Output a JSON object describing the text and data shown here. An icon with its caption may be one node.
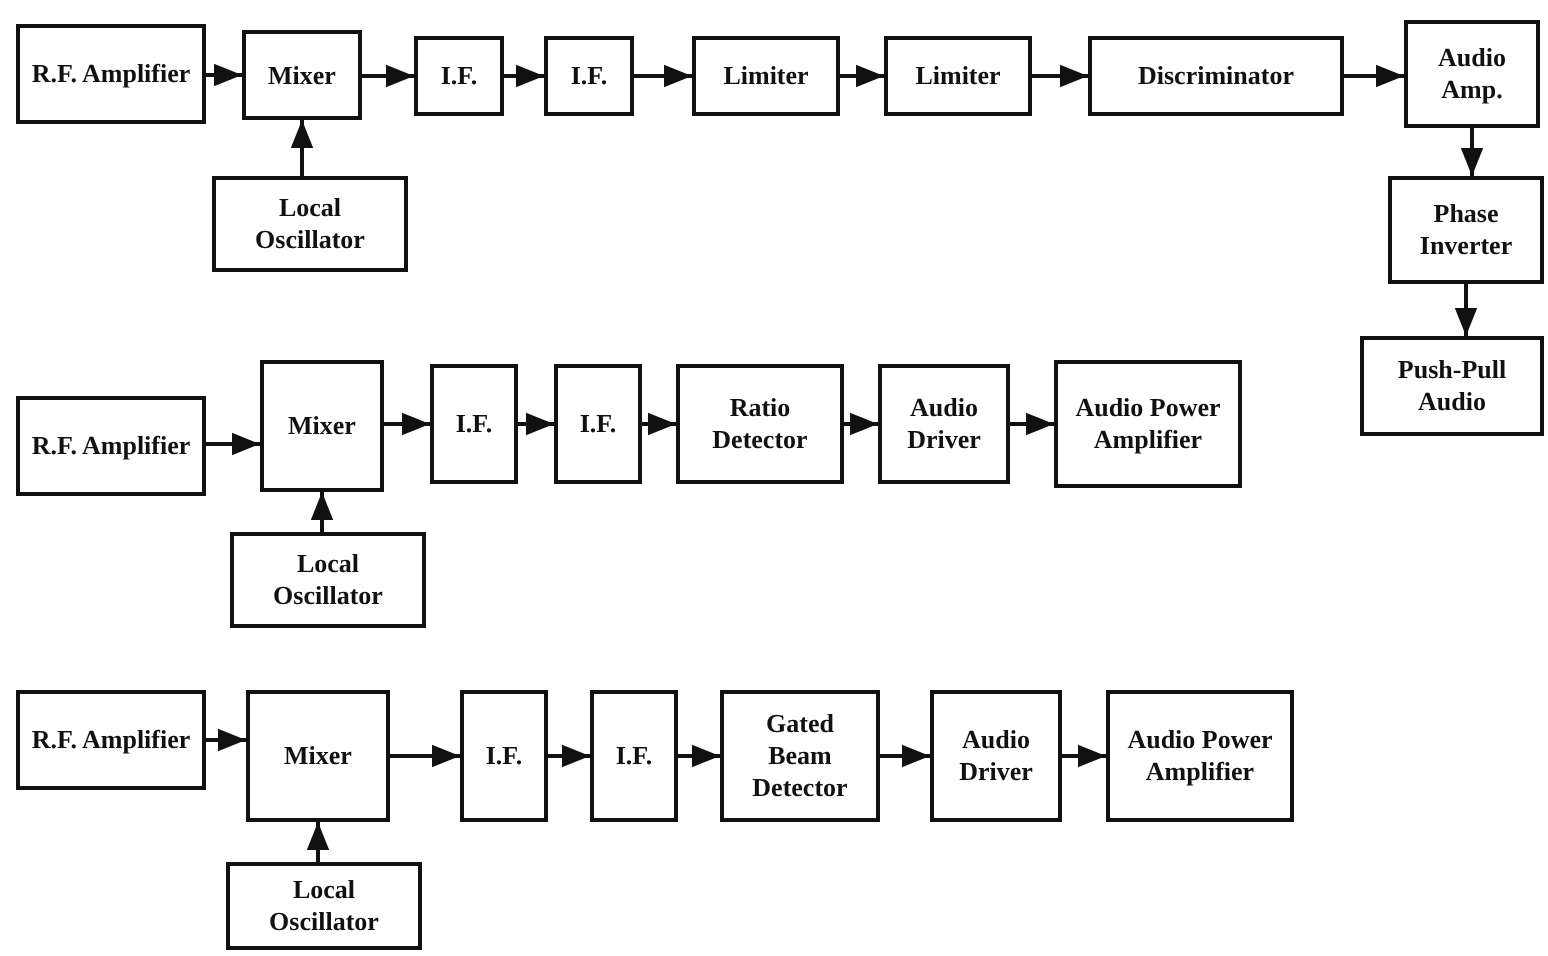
{
  "diagram": {
    "nodes": [
      {
        "text": [
          "R.F. Amplifier"
        ]
      },
      {
        "text": [
          "Mixer"
        ]
      },
      {
        "text": [
          "I.F."
        ]
      },
      {
        "text": [
          "I.F."
        ]
      },
      {
        "text": [
          "Limiter"
        ]
      },
      {
        "text": [
          "Limiter"
        ]
      },
      {
        "text": [
          "Discriminator"
        ]
      },
      {
        "text": [
          "Audio Amp."
        ]
      },
      {
        "text": [
          "Local Oscillator"
        ]
      },
      {
        "text": [
          "Phase Inverter"
        ]
      },
      {
        "text": [
          "Push-Pull Audio"
        ]
      },
      {
        "text": [
          "R.F. Amplifier"
        ]
      },
      {
        "text": [
          "Mixer"
        ]
      },
      {
        "text": [
          "I.F."
        ]
      },
      {
        "text": [
          "I.F."
        ]
      },
      {
        "text": [
          "Ratio Detector"
        ]
      },
      {
        "text": [
          "Audio Driver"
        ]
      },
      {
        "text": [
          "Audio Power Amplifier"
        ]
      },
      {
        "text": [
          "Local Oscillator"
        ]
      },
      {
        "text": [
          "R.F. Amplifier"
        ]
      },
      {
        "text": [
          "Mixer"
        ]
      },
      {
        "text": [
          "I.F."
        ]
      },
      {
        "text": [
          "I.F."
        ]
      },
      {
        "text": [
          "Gated Beam Detector"
        ]
      },
      {
        "text": [
          "Audio Driver"
        ]
      },
      {
        "text": [
          "Audio Power Amplifier"
        ]
      },
      {
        "text": [
          "Local Oscillator"
        ]
      }
    ],
    "edges": [
      {
        "from": 0,
        "to": 1,
        "arrow": "to"
      },
      {
        "from": 1,
        "to": 2,
        "arrow": "to"
      },
      {
        "from": 2,
        "to": 3,
        "arrow": "to"
      },
      {
        "from": 3,
        "to": 4,
        "arrow": "to"
      },
      {
        "from": 4,
        "to": 5,
        "arrow": "to"
      },
      {
        "from": 5,
        "to": 6,
        "arrow": "to"
      },
      {
        "from": 6,
        "to": 7,
        "arrow": "to"
      },
      {
        "from": 8,
        "to": 1,
        "arrow": "to"
      },
      {
        "from": 7,
        "to": 9,
        "arrow": "to"
      },
      {
        "from": 9,
        "to": 10,
        "arrow": "to"
      },
      {
        "from": 11,
        "to": 12,
        "arrow": "to"
      },
      {
        "from": 12,
        "to": 13,
        "arrow": "to"
      },
      {
        "from": 13,
        "to": 14,
        "arrow": "to"
      },
      {
        "from": 14,
        "to": 15,
        "arrow": "to"
      },
      {
        "from": 15,
        "to": 16,
        "arrow": "to"
      },
      {
        "from": 16,
        "to": 17,
        "arrow": "to"
      },
      {
        "from": 18,
        "to": 12,
        "arrow": "to"
      },
      {
        "from": 19,
        "to": 20,
        "arrow": "to"
      },
      {
        "from": 20,
        "to": 21,
        "arrow": "to"
      },
      {
        "from": 21,
        "to": 22,
        "arrow": "to"
      },
      {
        "from": 22,
        "to": 23,
        "arrow": "to"
      },
      {
        "from": 23,
        "to": 24,
        "arrow": "to"
      },
      {
        "from": 24,
        "to": 25,
        "arrow": "to"
      },
      {
        "from": 26,
        "to": 20,
        "arrow": "to"
      }
    ]
  }
}
